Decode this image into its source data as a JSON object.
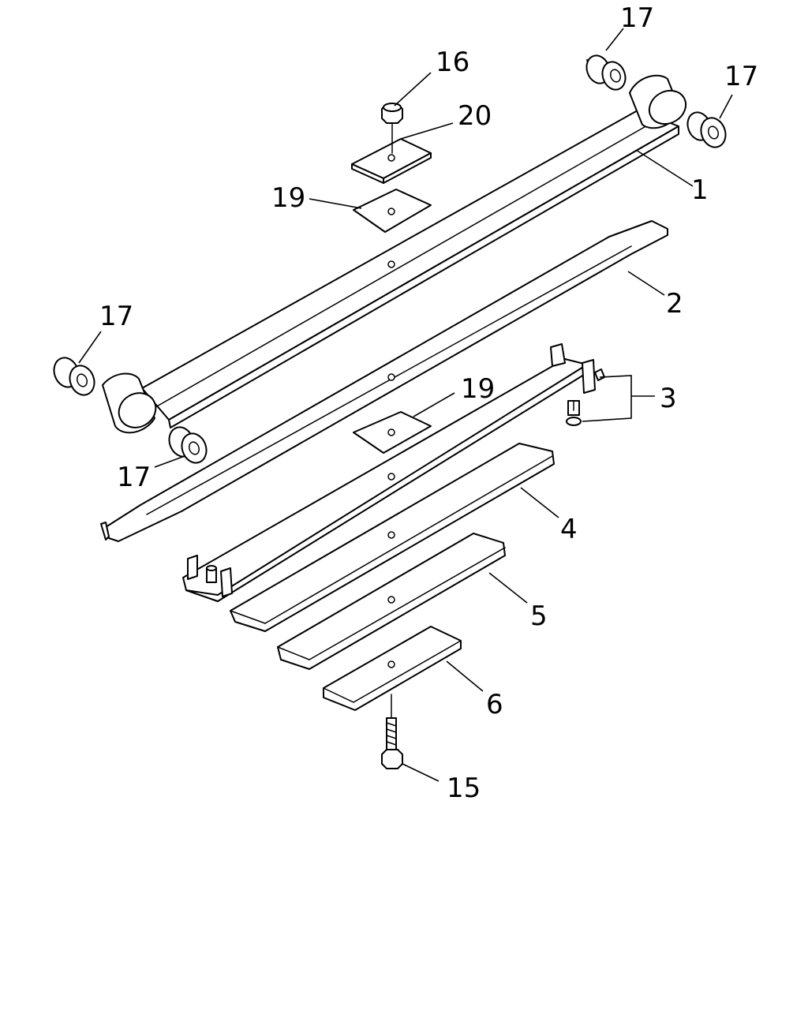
{
  "diagram": {
    "callouts": {
      "c1": "1",
      "c2": "2",
      "c3": "3",
      "c4": "4",
      "c5": "5",
      "c6": "6",
      "c15": "15",
      "c16": "16",
      "c17a": "17",
      "c17b": "17",
      "c17c": "17",
      "c17d": "17",
      "c19a": "19",
      "c19b": "19",
      "c20": "20"
    }
  }
}
